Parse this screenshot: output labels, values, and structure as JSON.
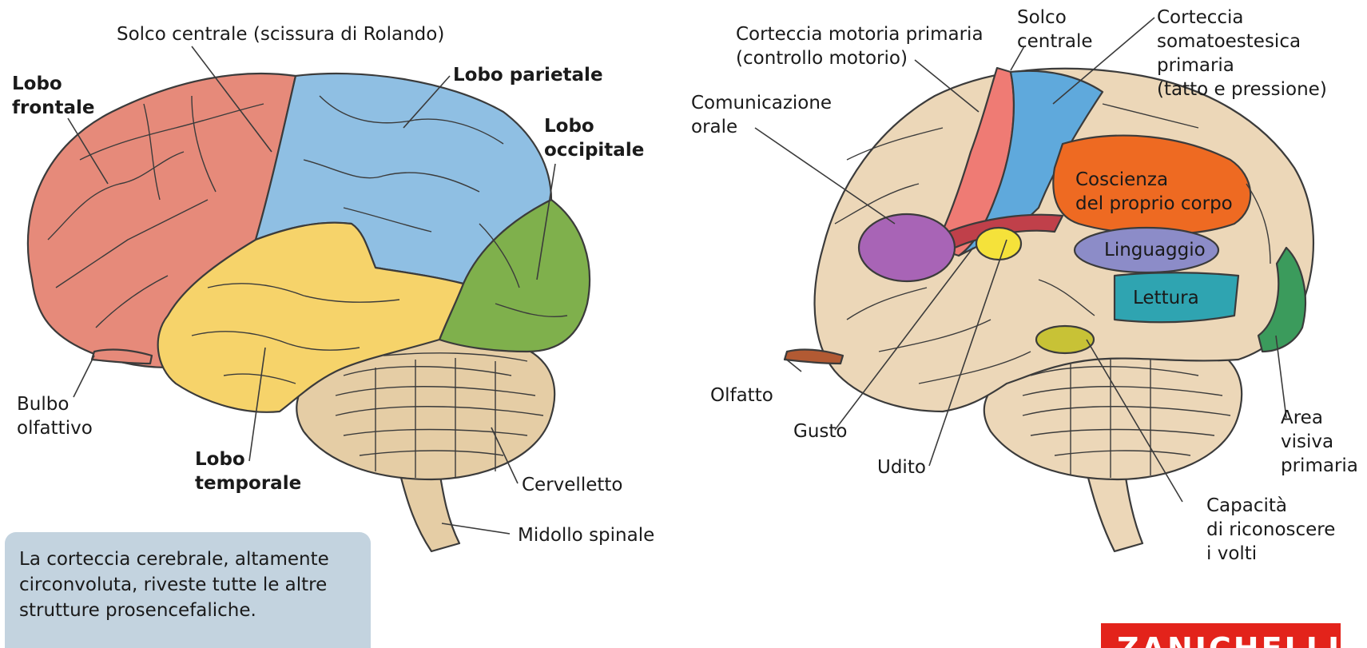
{
  "left_brain": {
    "labels": {
      "solco_centrale": "Solco centrale (scissura di Rolando)",
      "lobo_frontale": "Lobo\nfrontale",
      "lobo_parietale": "Lobo parietale",
      "lobo_occipitale": "Lobo\noccipitale",
      "bulbo_olfattivo": "Bulbo\nolfattivo",
      "lobo_temporale": "Lobo\ntemporale",
      "cervelletto": "Cervelletto",
      "midollo_spinale": "Midollo spinale"
    },
    "colors": {
      "frontal": "#e68a7a",
      "parietal": "#8fbfe3",
      "occipital": "#7fb04c",
      "temporal": "#f6d36a",
      "cerebellum": "#e5cda5",
      "outline": "#3b3b3b"
    }
  },
  "right_brain": {
    "labels": {
      "corteccia_motoria": "Corteccia motoria primaria\n(controllo motorio)",
      "solco_centrale": "Solco\ncentrale",
      "corteccia_somato": "Corteccia\nsomatoestesica\nprimaria\n(tatto e pressione)",
      "comunicazione_orale": "Comunicazione\norale",
      "coscienza": "Coscienza\ndel proprio corpo",
      "linguaggio": "Linguaggio",
      "lettura": "Lettura",
      "olfatto": "Olfatto",
      "gusto": "Gusto",
      "udito": "Udito",
      "area_visiva": "Area\nvisiva\nprimaria",
      "volti": "Capacità\ndi riconoscere\ni volti"
    },
    "colors": {
      "base": "#ecd7b8",
      "motor": "#ef7b74",
      "somato": "#5fa9dc",
      "speech": "#a864b6",
      "taste": "#f5e23a",
      "body_awareness": "#ee6a22",
      "language": "#8c8cc8",
      "reading": "#2fa4b1",
      "visual": "#3b9b5c",
      "face": "#c8c236",
      "olfactory": "#b25a33",
      "dark_red": "#c0404a"
    }
  },
  "caption": "La corteccia cerebrale, altamente\ncirconvoluta, riveste tutte le altre\nstrutture prosencefaliche.",
  "logo": "ZANICHELLI"
}
